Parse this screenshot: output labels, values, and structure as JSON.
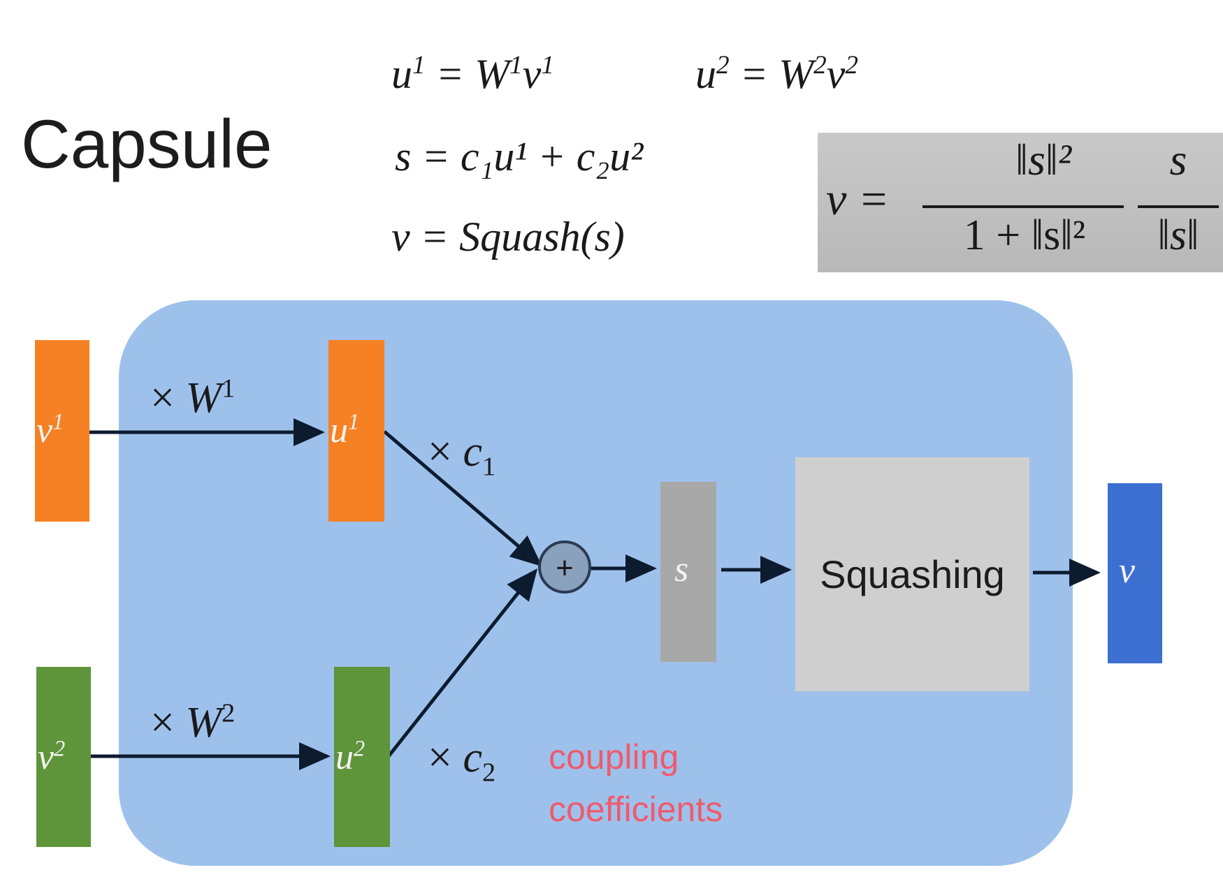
{
  "title": "Capsule",
  "equations": {
    "u1": {
      "lhs": "u",
      "lhs_sup": "1",
      "rhs_w": "W",
      "rhs_w_sup": "1",
      "rhs_v": "v",
      "rhs_v_sup": "1"
    },
    "u2": {
      "lhs": "u",
      "lhs_sup": "2",
      "rhs_w": "W",
      "rhs_w_sup": "2",
      "rhs_v": "v",
      "rhs_v_sup": "2"
    },
    "s_line": "s = c₁u¹ + c₂u²",
    "v_line": "v = Squash(s)"
  },
  "formula": {
    "lhs": "v =",
    "num1": "‖s‖²",
    "den1": "1 + ‖s‖²",
    "num2": "s",
    "den2": "‖s‖"
  },
  "diagram": {
    "v1": {
      "base": "v",
      "sup": "1",
      "color": "#f58124"
    },
    "v2": {
      "base": "v",
      "sup": "2",
      "color": "#5e943a"
    },
    "u1": {
      "base": "u",
      "sup": "1",
      "color": "#f58124"
    },
    "u2": {
      "base": "u",
      "sup": "2",
      "color": "#5e943a"
    },
    "w1_label": {
      "prefix": "×",
      "base": "W",
      "sup": "1"
    },
    "w2_label": {
      "prefix": "×",
      "base": "W",
      "sup": "2"
    },
    "c1_label": {
      "prefix": "×",
      "base": "c",
      "sub": "1"
    },
    "c2_label": {
      "prefix": "×",
      "base": "c",
      "sub": "2"
    },
    "plus": "+",
    "s": {
      "label": "s",
      "color": "#a8a8a8"
    },
    "squashing": "Squashing",
    "v_out": {
      "label": "v",
      "color": "#3c6fd0"
    },
    "note_line1": "coupling",
    "note_line2": "coefficients"
  },
  "colors": {
    "panel": "#9ec1ec",
    "formula_box": "#c0c0c0",
    "arrow": "#0d1b2e"
  }
}
